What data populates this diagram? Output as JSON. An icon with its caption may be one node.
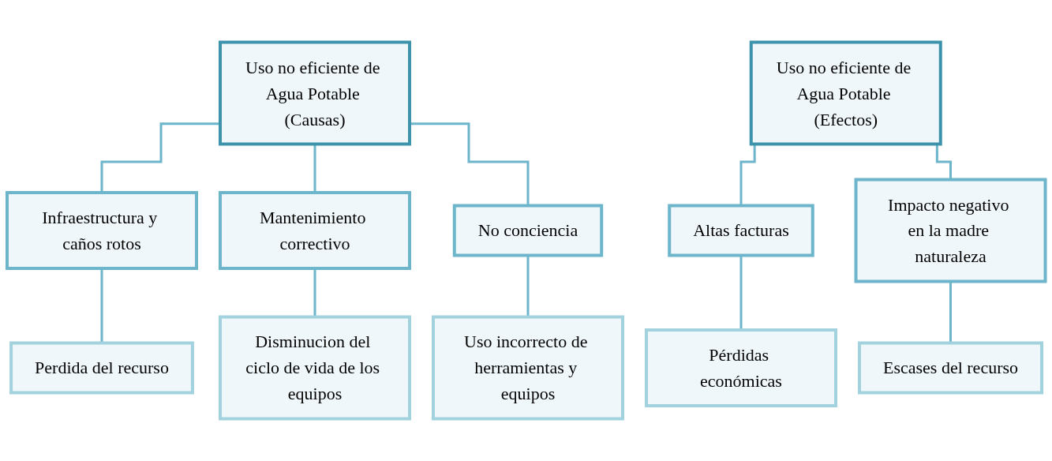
{
  "diagram": {
    "nodes": [
      {
        "text": [
          "Uso no eficiente de Agua Potable (Causas)"
        ]
      },
      {
        "text": [
          "Infraestructura y caños rotos"
        ]
      },
      {
        "text": [
          "Mantenimiento correctivo"
        ]
      },
      {
        "text": [
          "No conciencia"
        ]
      },
      {
        "text": [
          "Perdida del recurso"
        ]
      },
      {
        "text": [
          "Disminucion del ciclo de vida de los equipos"
        ]
      },
      {
        "text": [
          "Uso incorrecto de herramientas y equipos"
        ]
      },
      {
        "text": [
          "Uso no eficiente de Agua Potable (Efectos)"
        ]
      },
      {
        "text": [
          "Altas facturas"
        ]
      },
      {
        "text": [
          "Impacto negativo en la madre naturaleza"
        ]
      },
      {
        "text": [
          "Pérdidas económicas"
        ]
      },
      {
        "text": [
          "Escases del recurso"
        ]
      }
    ],
    "edges": [
      {
        "from": 0,
        "to": 1,
        "arrow": "none"
      },
      {
        "from": 0,
        "to": 2,
        "arrow": "none"
      },
      {
        "from": 0,
        "to": 3,
        "arrow": "none"
      },
      {
        "from": 1,
        "to": 4,
        "arrow": "none"
      },
      {
        "from": 2,
        "to": 5,
        "arrow": "none"
      },
      {
        "from": 3,
        "to": 6,
        "arrow": "none"
      },
      {
        "from": 7,
        "to": 8,
        "arrow": "none"
      },
      {
        "from": 7,
        "to": 9,
        "arrow": "none"
      },
      {
        "from": 8,
        "to": 10,
        "arrow": "none"
      },
      {
        "from": 9,
        "to": 11,
        "arrow": "none"
      }
    ]
  }
}
